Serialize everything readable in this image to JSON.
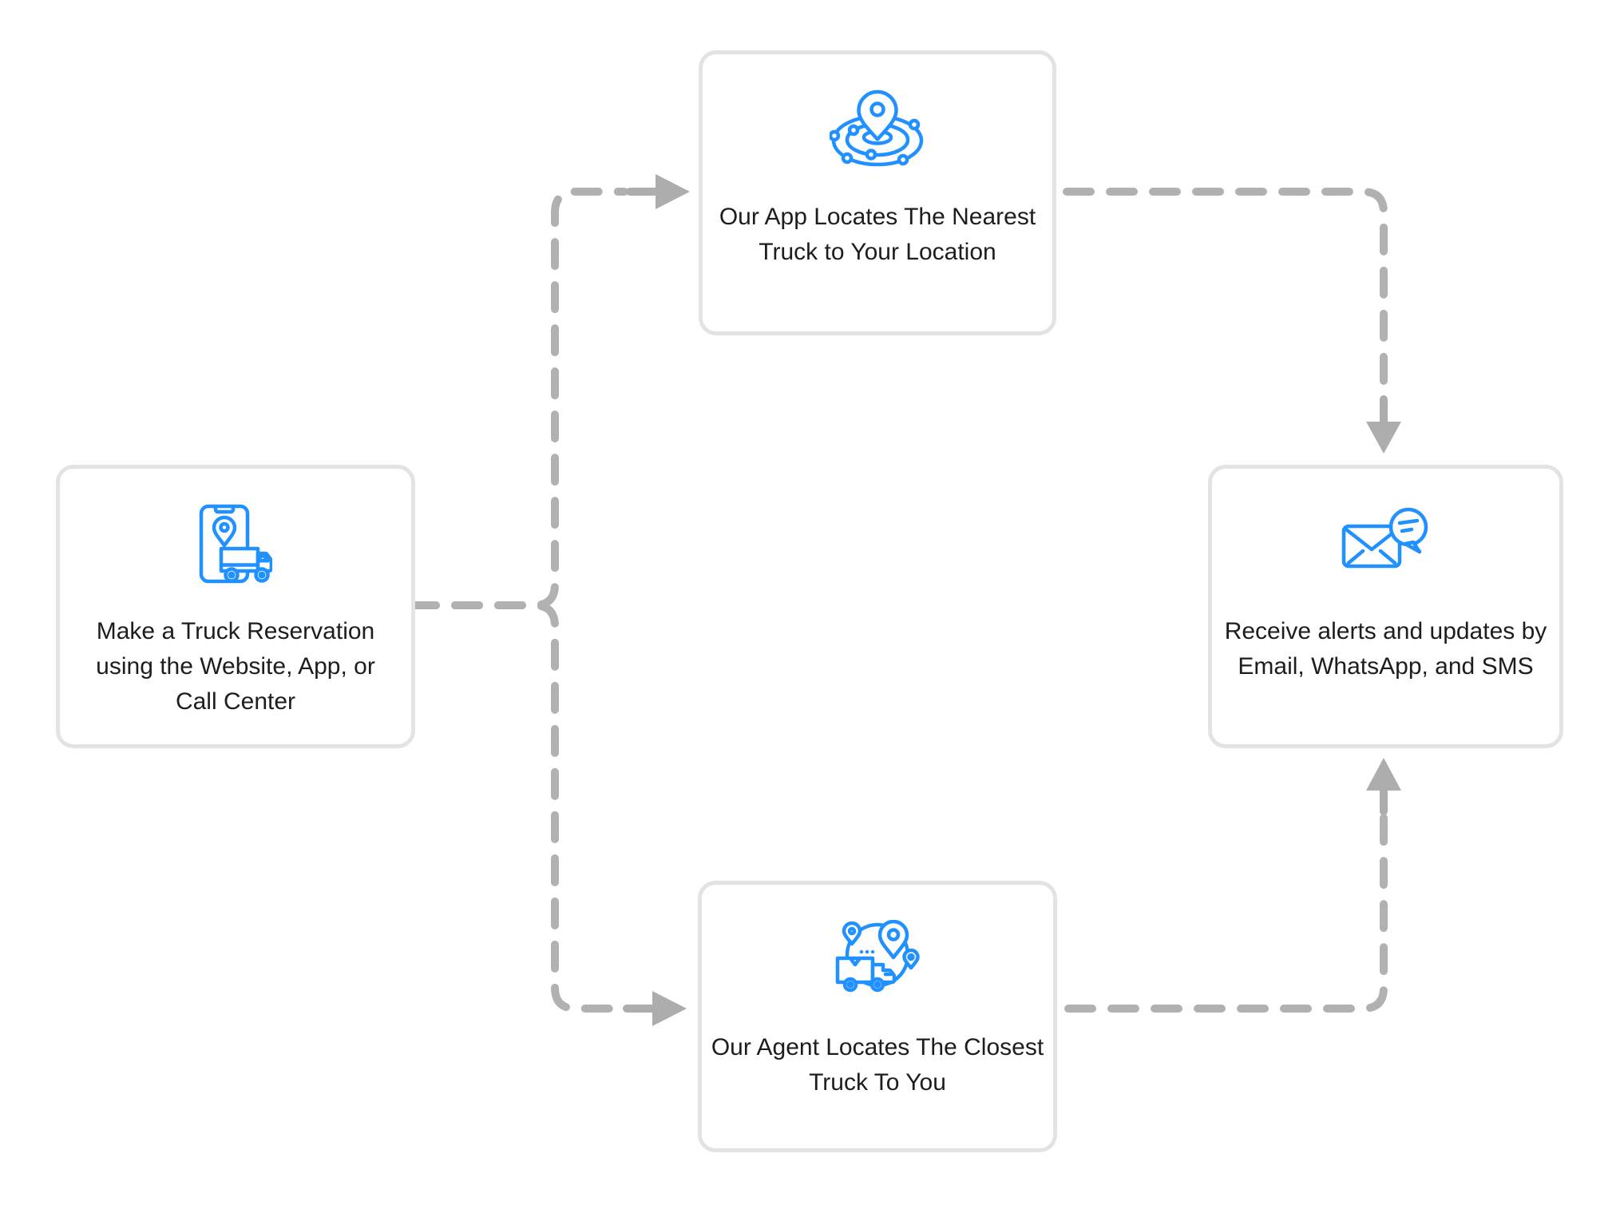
{
  "diagram": {
    "background": "#ffffff",
    "colors": {
      "icon_accent": "#2191ff",
      "connector": "#b1b1b1",
      "arrow": "#adadad",
      "node_border": "#e3e3e3",
      "text": "#1d1d1f"
    },
    "nodes": {
      "reservation": {
        "icon": "phone-truck-icon",
        "label": [
          "Make a Truck Reservation",
          "using the Website, App, or",
          "Call Center"
        ]
      },
      "app": {
        "icon": "geo-orbit-icon",
        "label": [
          "Our App Locates The Nearest",
          "Truck to Your Location"
        ]
      },
      "agent": {
        "icon": "truck-pins-icon",
        "label": [
          "Our Agent Locates The Closest",
          "Truck To You"
        ]
      },
      "alerts": {
        "icon": "mail-chat-icon",
        "label": [
          "Receive alerts and updates by",
          "Email, WhatsApp, and SMS"
        ]
      }
    },
    "edges": [
      {
        "from": "reservation",
        "to": "app"
      },
      {
        "from": "reservation",
        "to": "agent"
      },
      {
        "from": "app",
        "to": "alerts"
      },
      {
        "from": "agent",
        "to": "alerts"
      }
    ]
  }
}
